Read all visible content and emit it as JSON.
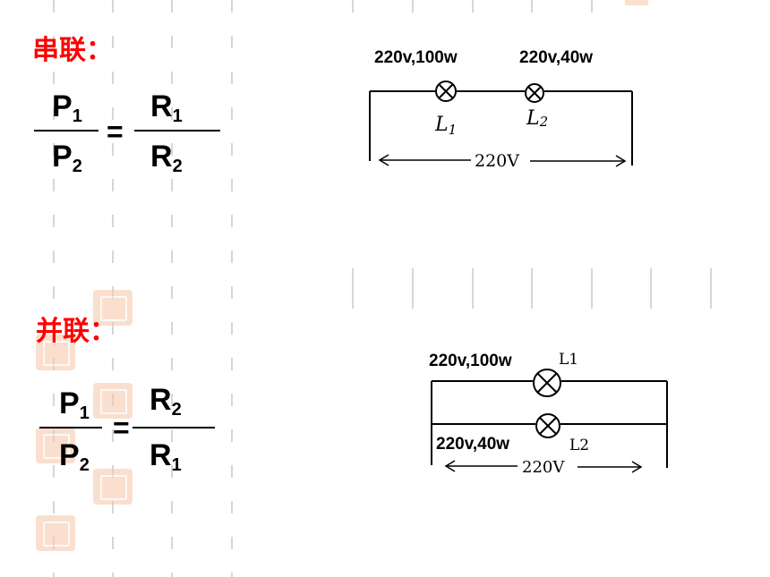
{
  "series_section": {
    "heading": "串联：",
    "formula": {
      "num_left": "P",
      "num_left_sub": "1",
      "den_left": "P",
      "den_left_sub": "2",
      "equals": "=",
      "num_right": "R",
      "num_right_sub": "1",
      "den_right": "R",
      "den_right_sub": "2"
    },
    "circuit": {
      "lamp1_spec": "220v,100w",
      "lamp2_spec": "220v,40w",
      "lamp1_label": "L",
      "lamp1_sub": "1",
      "lamp2_label": "L",
      "lamp2_sub": "2",
      "voltage": "220V"
    }
  },
  "parallel_section": {
    "heading": "并联：",
    "formula": {
      "num_left": "P",
      "num_left_sub": "1",
      "den_left": "P",
      "den_left_sub": "2",
      "equals": "=",
      "num_right": "R",
      "num_right_sub": "2",
      "den_right": "R",
      "den_right_sub": "1"
    },
    "circuit": {
      "lamp1_spec": "220v,100w",
      "lamp2_spec": "220v,40w",
      "lamp1_label": "L1",
      "lamp2_label": "L2",
      "voltage": "220V"
    }
  },
  "colors": {
    "heading": "#ff0000",
    "grid": "#d0d0d0",
    "seal": "#f6c6a8"
  }
}
